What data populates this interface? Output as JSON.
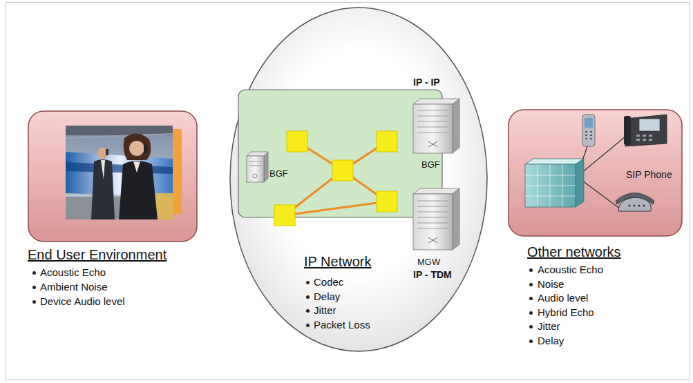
{
  "diagram": {
    "nodes": [
      {
        "text": [
          "End User Environment",
          "Acoustic Echo",
          "Ambient Noise",
          "Device Audio level"
        ]
      },
      {
        "text": [
          "IP Network",
          "Codec",
          "Delay",
          "Jitter",
          "Packet Loss"
        ]
      },
      {
        "text": [
          "Other networks",
          "Acoustic Echo",
          "Noise",
          "Audio level",
          "Hybrid Echo",
          "Jitter",
          "Delay"
        ]
      }
    ],
    "labels": [
      "BGF",
      "IP - IP",
      "BGF",
      "MGW",
      "IP - TDM",
      "SIP Phone"
    ]
  }
}
